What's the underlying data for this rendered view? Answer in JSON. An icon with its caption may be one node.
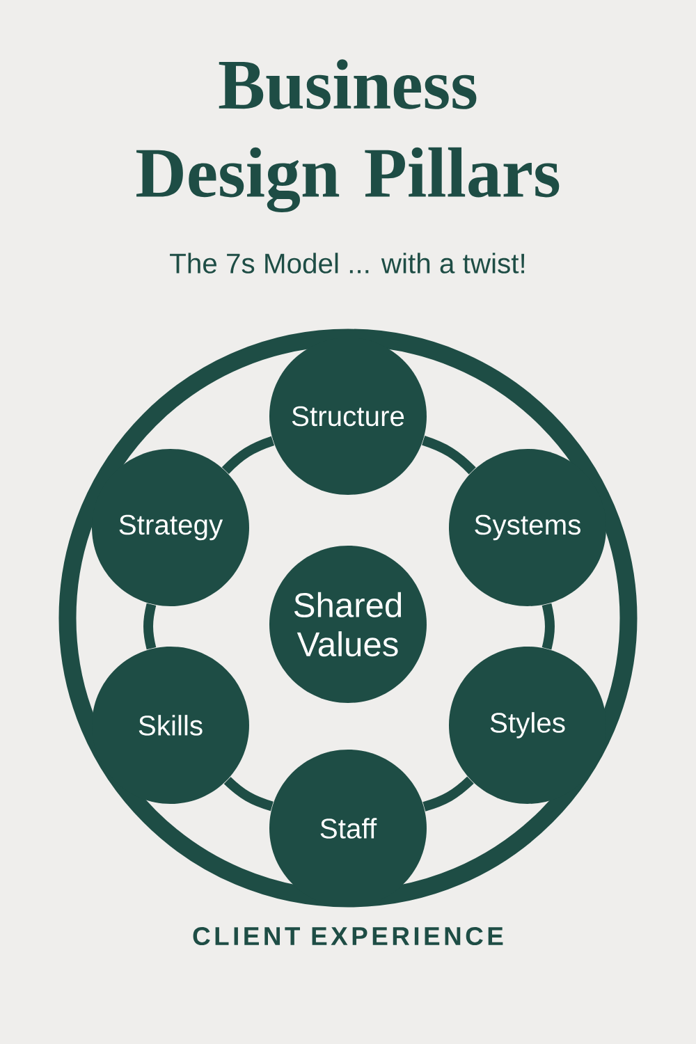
{
  "diagram": {
    "title": "Business Design Pillars",
    "nodes": [
      {
        "text": [
          "CLIENT EXPERIENCE"
        ]
      },
      {
        "text": [
          "Structure"
        ],
        "in": 0
      },
      {
        "text": [
          "Strategy"
        ],
        "in": 0
      },
      {
        "text": [
          "Systems"
        ],
        "in": 0
      },
      {
        "text": [
          "Shared Values"
        ],
        "in": 0
      },
      {
        "text": [
          "Skills"
        ],
        "in": 0
      },
      {
        "text": [
          "Styles"
        ],
        "in": 0
      },
      {
        "text": [
          "Staff"
        ],
        "in": 0
      }
    ],
    "edges": [
      {
        "from": 1,
        "to": 3,
        "arrow": "none"
      },
      {
        "from": 3,
        "to": 6,
        "arrow": "none"
      },
      {
        "from": 6,
        "to": 7,
        "arrow": "none"
      },
      {
        "from": 7,
        "to": 5,
        "arrow": "none"
      },
      {
        "from": 5,
        "to": 2,
        "arrow": "none"
      },
      {
        "from": 2,
        "to": 1,
        "arrow": "none"
      }
    ],
    "labels": [
      "The 7s Model ... with a twist!"
    ]
  }
}
